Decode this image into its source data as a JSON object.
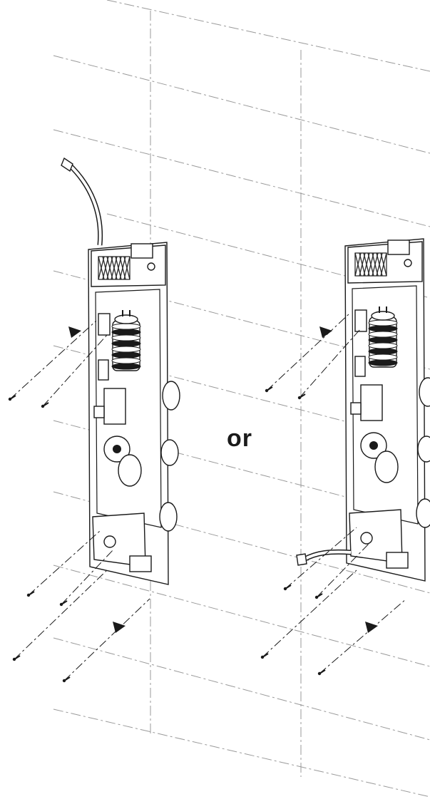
{
  "diagram": {
    "separator_label": "or",
    "variants": [
      {
        "name": "variant-left",
        "pipe": "top-connection"
      },
      {
        "name": "variant-right",
        "pipe": "bottom-connection"
      }
    ],
    "colors": {
      "line": "#1a1a1a",
      "grid": "#9a9a9a",
      "fill": "#ffffff",
      "mesh": "#333333"
    }
  }
}
